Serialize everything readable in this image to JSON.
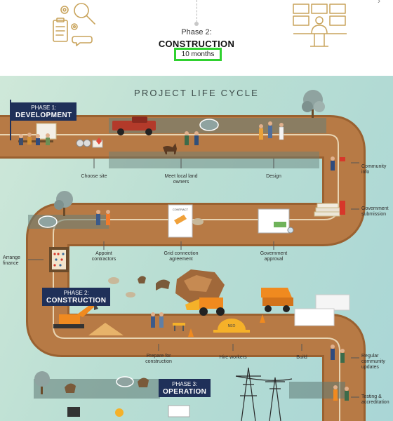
{
  "header": {
    "phase_subtitle": "Phase 2:",
    "phase_title": "CONSTRUCTION",
    "duration": "10 months"
  },
  "icons": {
    "left": "planning-magnifier-checklist-icon",
    "right": "operator-monitoring-screens-icon",
    "chevron": "chevron-right-icon"
  },
  "diagram": {
    "title": "PROJECT LIFE CYCLE",
    "phases": [
      {
        "number": "PHASE 1:",
        "name": "DEVELOPMENT"
      },
      {
        "number": "PHASE 2:",
        "name": "CONSTRUCTION"
      },
      {
        "number": "PHASE 3:",
        "name": "OPERATION"
      }
    ],
    "steps": {
      "choose_site": "Choose site",
      "meet_landowners": "Meet local land owners",
      "design": "Design",
      "community_info": "Community info",
      "government_submission": "Government submission",
      "arrange_finance": "Arrange finance",
      "appoint_contractors": "Appoint contractors",
      "grid_connection": "Grid connection agreement",
      "government_approval": "Government approval",
      "prepare_construction": "Prepare for construction",
      "hire_workers": "Hire workers",
      "build": "Build",
      "regular_updates": "Regular community updates",
      "testing": "Testing & accreditation"
    },
    "props": {
      "contract_title": "CONTRACT",
      "hat_text": "NEO"
    },
    "colors": {
      "road": "#b77a45",
      "road_dark": "#9a6130",
      "badge": "#1f3059",
      "highlight": "#2fd12f"
    }
  }
}
